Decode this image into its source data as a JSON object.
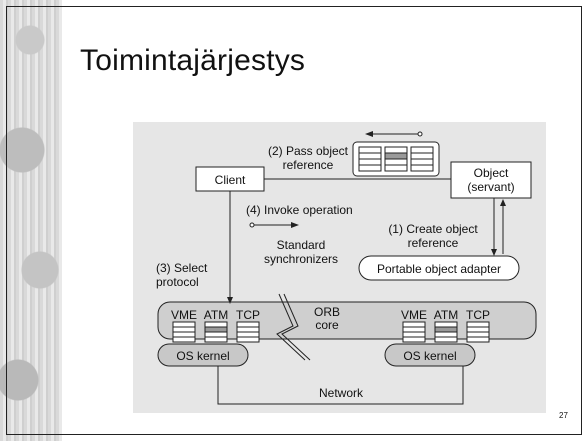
{
  "slide": {
    "title": "Toimintajärjestys",
    "page_number": "27"
  },
  "diagram": {
    "pass_ref_line1": "(2) Pass object",
    "pass_ref_line2": "reference",
    "client": "Client",
    "object_line1": "Object",
    "object_line2": "(servant)",
    "invoke": "(4) Invoke operation",
    "create_line1": "(1) Create object",
    "create_line2": "reference",
    "standard_line1": "Standard",
    "standard_line2": "synchronizers",
    "select_line1": "(3) Select",
    "select_line2": "protocol",
    "poa": "Portable object adapter",
    "orb_line1": "ORB",
    "orb_line2": "core",
    "vme": "VME",
    "atm": "ATM",
    "tcp": "TCP",
    "os_kernel": "OS kernel",
    "network": "Network"
  },
  "colors": {
    "diagram_bg": "#e6e6e6",
    "bar_bg": "#cfcfcf",
    "highlight_stack": "#9a9a9a"
  }
}
